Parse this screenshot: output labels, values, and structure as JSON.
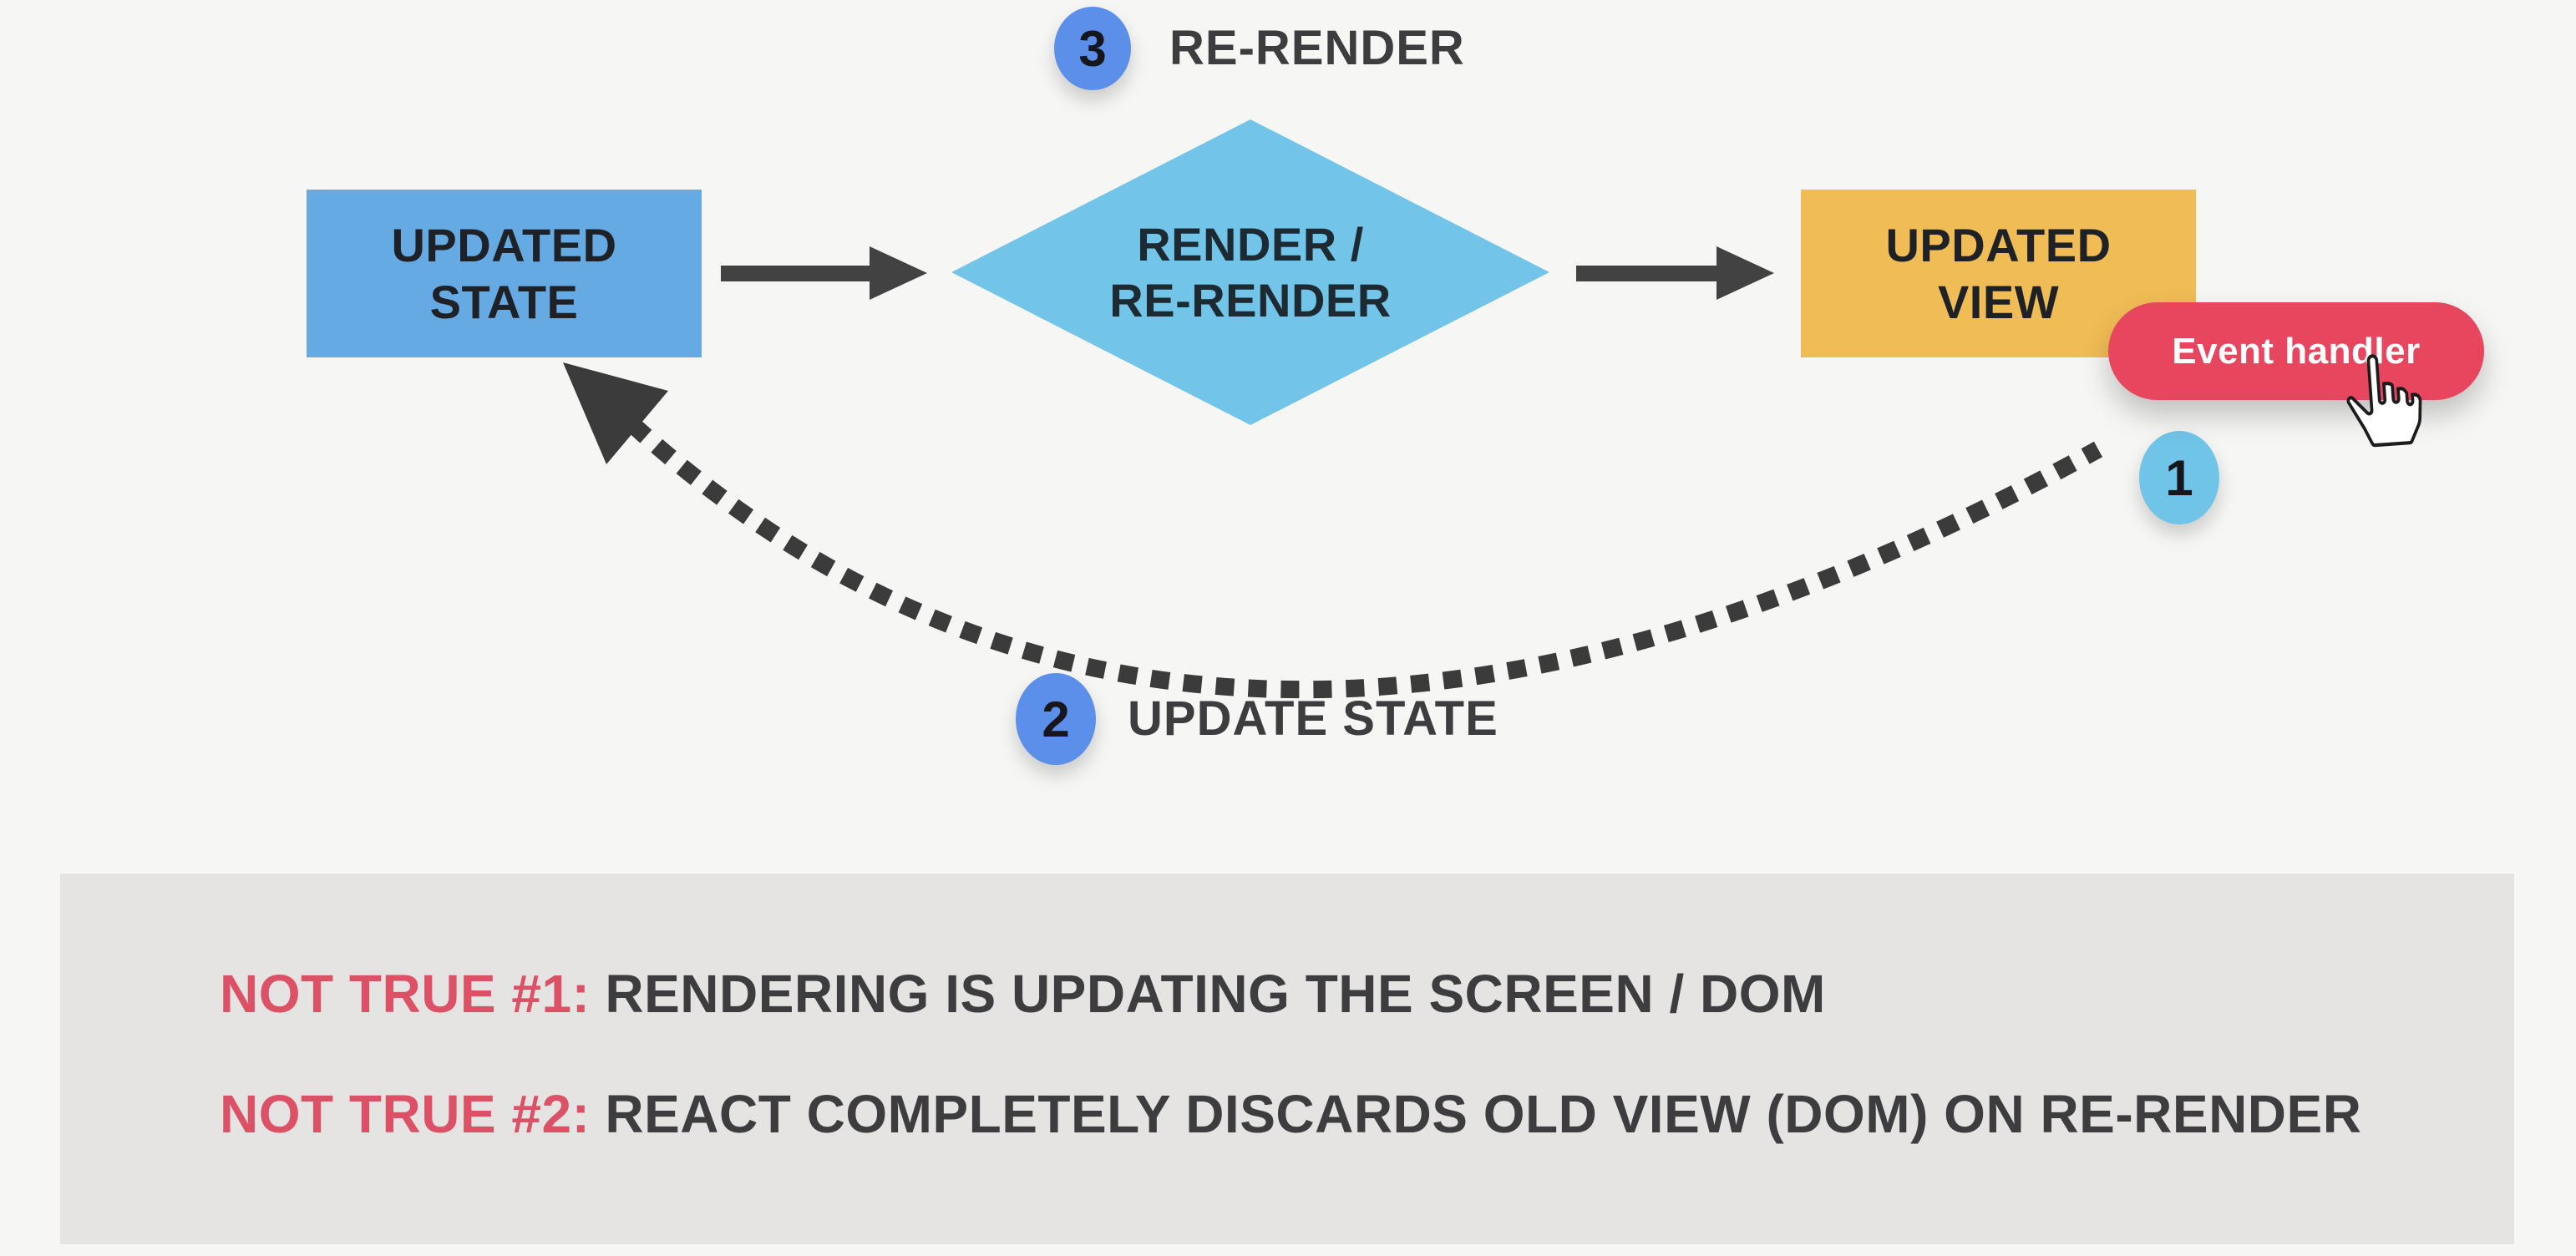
{
  "canvas": {
    "bg": "#f6f6f5"
  },
  "diagram": {
    "nodes": {
      "updated_state": {
        "line1": "UPDATED",
        "line2": "STATE",
        "fill": "#66aae4"
      },
      "render_diamond": {
        "line1": "RENDER /",
        "line2": "RE-RENDER",
        "fill": "#72c5e8"
      },
      "updated_view": {
        "line1": "UPDATED",
        "line2": "VIEW",
        "fill": "#f0bc55"
      }
    },
    "badges": {
      "one": {
        "number": "1",
        "fill": "#70c4e8"
      },
      "two": {
        "number": "2",
        "label": "UPDATE STATE",
        "fill": "#5c8fe9"
      },
      "three": {
        "number": "3",
        "label": "RE-RENDER",
        "fill": "#5c8fe9"
      }
    },
    "event_handler": {
      "label": "Event handler",
      "fill": "#e8455f",
      "text_color": "#ffffff"
    },
    "arrow_color": "#424242",
    "dotted_arrow_color": "#3b3b3b"
  },
  "notes_panel": {
    "bg": "#e5e4e2",
    "prefix_color": "#dd5166",
    "text_color": "#3d3d40",
    "items": [
      {
        "prefix": "NOT TRUE #1:",
        "text": "RENDERING IS UPDATING THE SCREEN / DOM"
      },
      {
        "prefix": "NOT TRUE #2:",
        "text": "REACT COMPLETELY DISCARDS OLD VIEW (DOM) ON RE-RENDER"
      }
    ]
  }
}
